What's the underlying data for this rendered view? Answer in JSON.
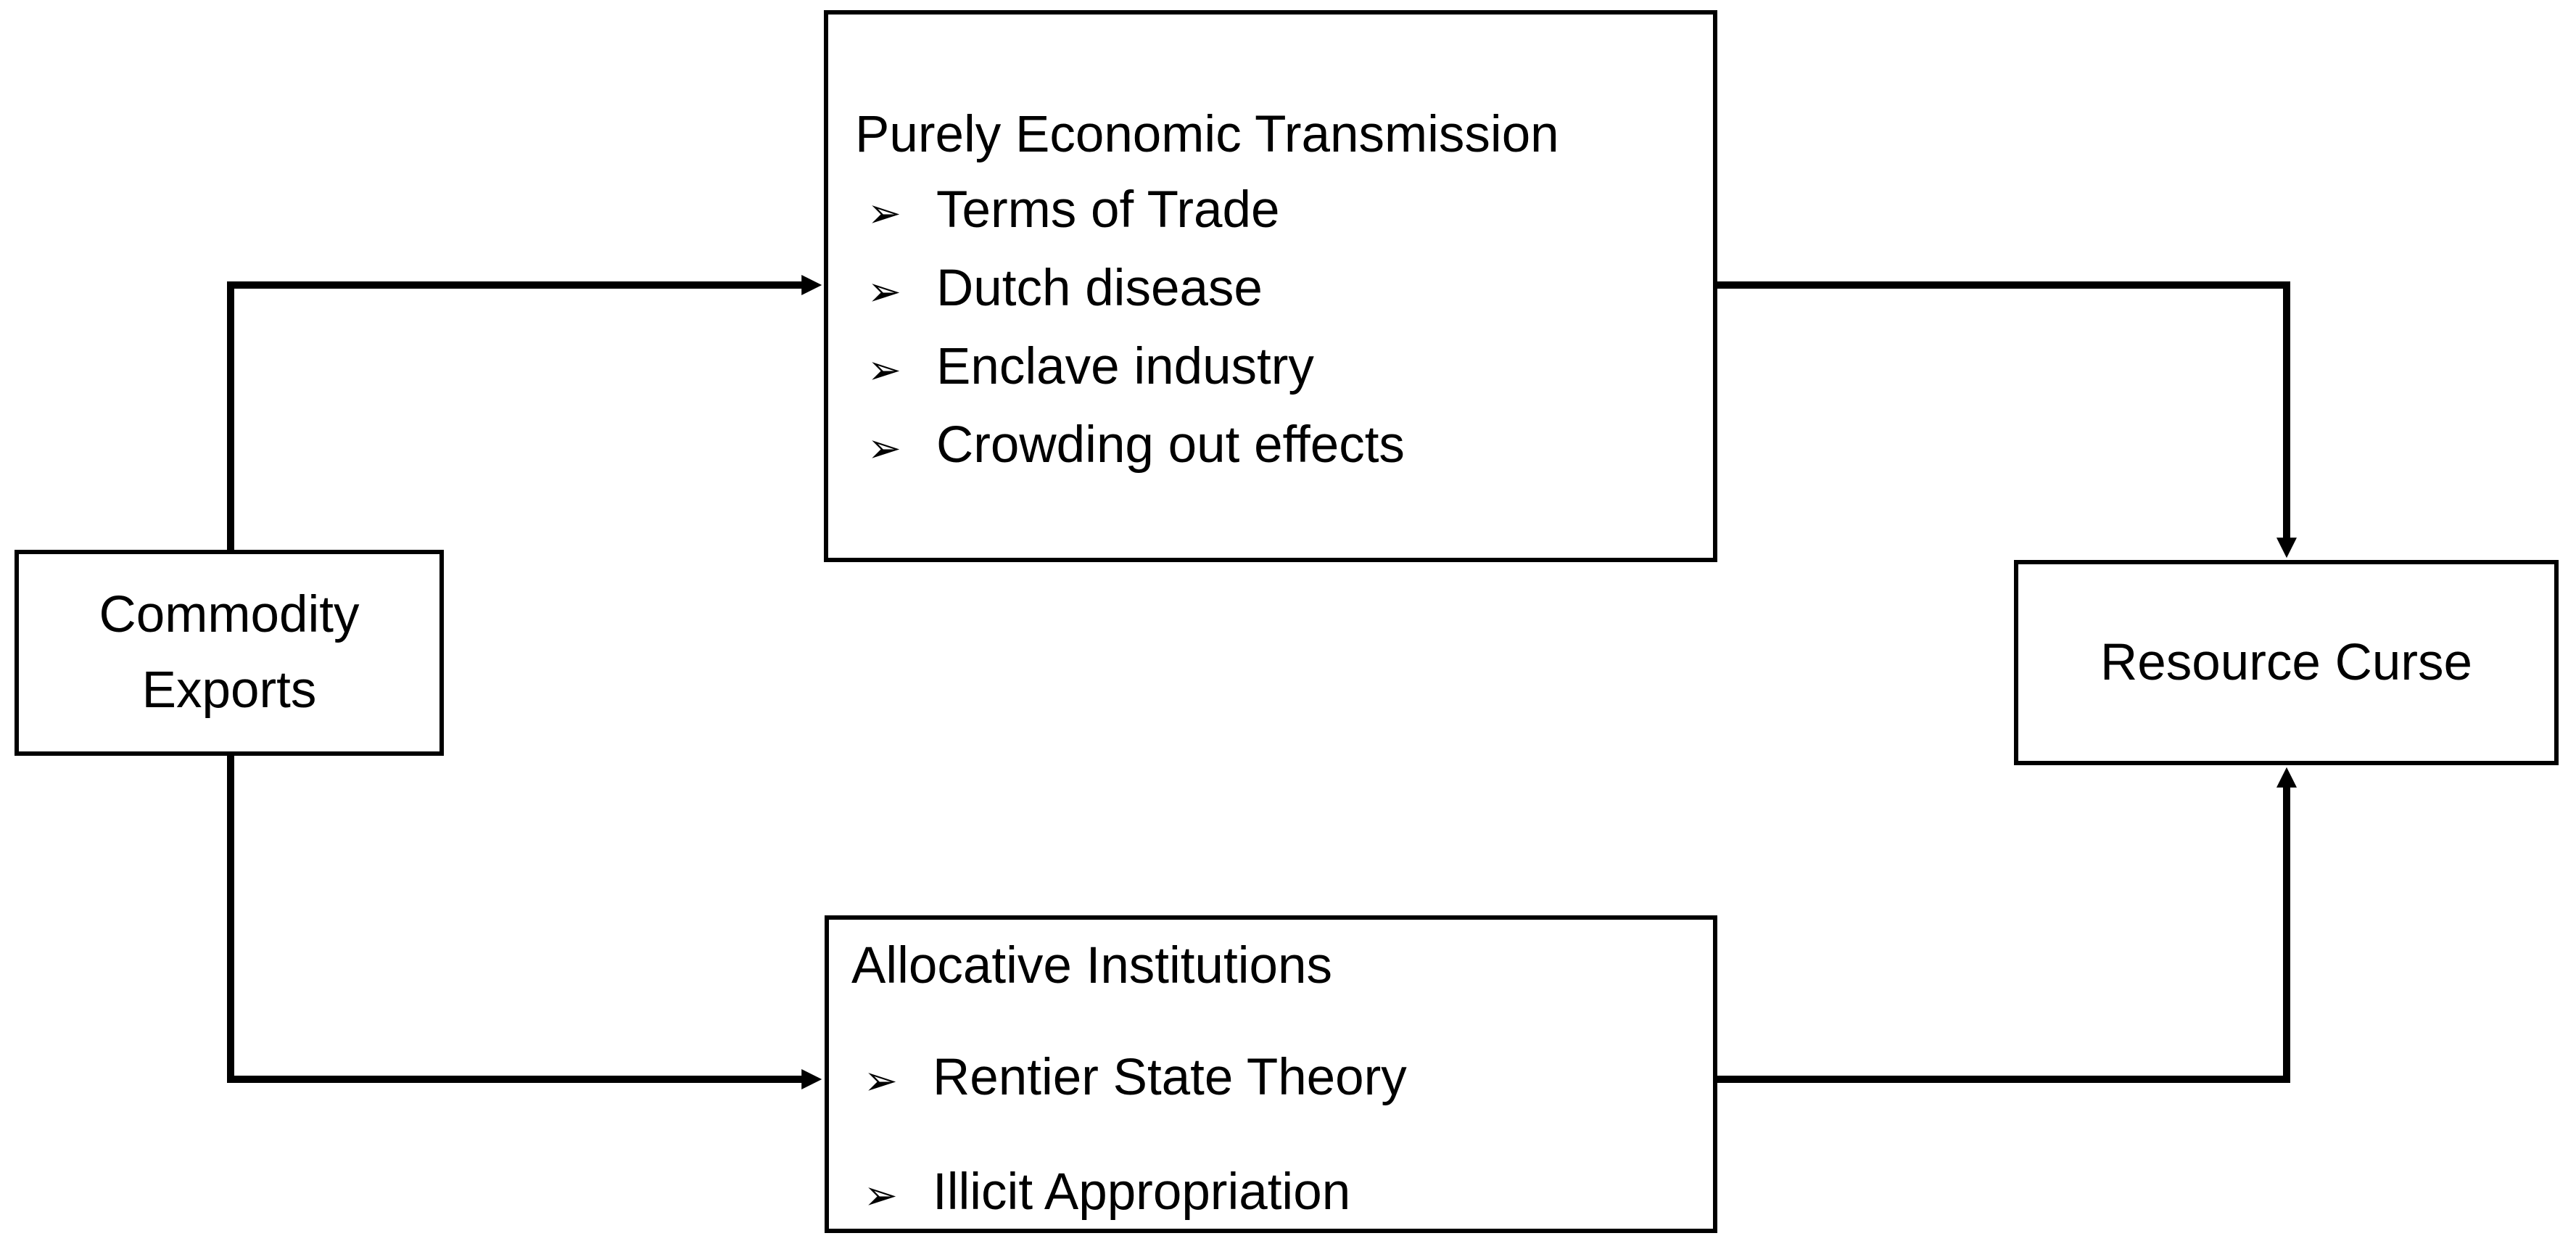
{
  "diagram": {
    "background_color": "#ffffff",
    "line_color": "#000000",
    "bullet_glyph": "➢",
    "nodes": {
      "commodity": {
        "line1": "Commodity",
        "line2": "Exports"
      },
      "economic": {
        "title": "Purely Economic Transmission",
        "bullets": [
          "Terms of Trade",
          "Dutch disease",
          "Enclave industry",
          "Crowding out effects"
        ]
      },
      "allocative": {
        "title": "Allocative Institutions",
        "bullets": [
          "Rentier State Theory",
          "Illicit Appropriation"
        ]
      },
      "resource": {
        "label": "Resource Curse"
      }
    },
    "edges": [
      {
        "from": "commodity-exports",
        "to": "purely-economic-transmission"
      },
      {
        "from": "purely-economic-transmission",
        "to": "resource-curse"
      },
      {
        "from": "commodity-exports",
        "to": "allocative-institutions"
      },
      {
        "from": "allocative-institutions",
        "to": "resource-curse"
      }
    ]
  }
}
